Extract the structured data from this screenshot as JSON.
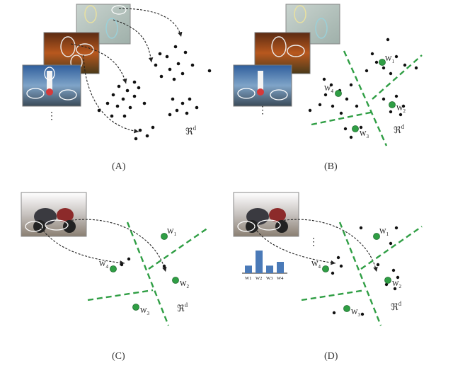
{
  "panels": {
    "a": {
      "label": "(A)",
      "space": "ℜ",
      "space_exp": "d"
    },
    "b": {
      "label": "(B)",
      "space": "ℜ",
      "space_exp": "d",
      "words": [
        "W",
        "W",
        "W",
        "W"
      ],
      "word_subs": [
        "1",
        "2",
        "3",
        "4"
      ]
    },
    "c": {
      "label": "(C)",
      "space": "ℜ",
      "space_exp": "d",
      "words": [
        "W",
        "W",
        "W",
        "W"
      ],
      "word_subs": [
        "1",
        "2",
        "3",
        "4"
      ]
    },
    "d": {
      "label": "(D)",
      "space": "ℜ",
      "space_exp": "d",
      "words": [
        "W",
        "W",
        "W",
        "W"
      ],
      "word_subs": [
        "1",
        "2",
        "3",
        "4"
      ],
      "hist_labels": [
        "W1",
        "W2",
        "W3",
        "W4"
      ]
    }
  },
  "ellipsis": "⋮",
  "colors": {
    "word_center": "#2f9e44",
    "boundary": "#2f9e44",
    "point": "#111111",
    "bar": "#4a7ab8"
  },
  "histogram": {
    "values": [
      1,
      3,
      1,
      1.5
    ]
  }
}
